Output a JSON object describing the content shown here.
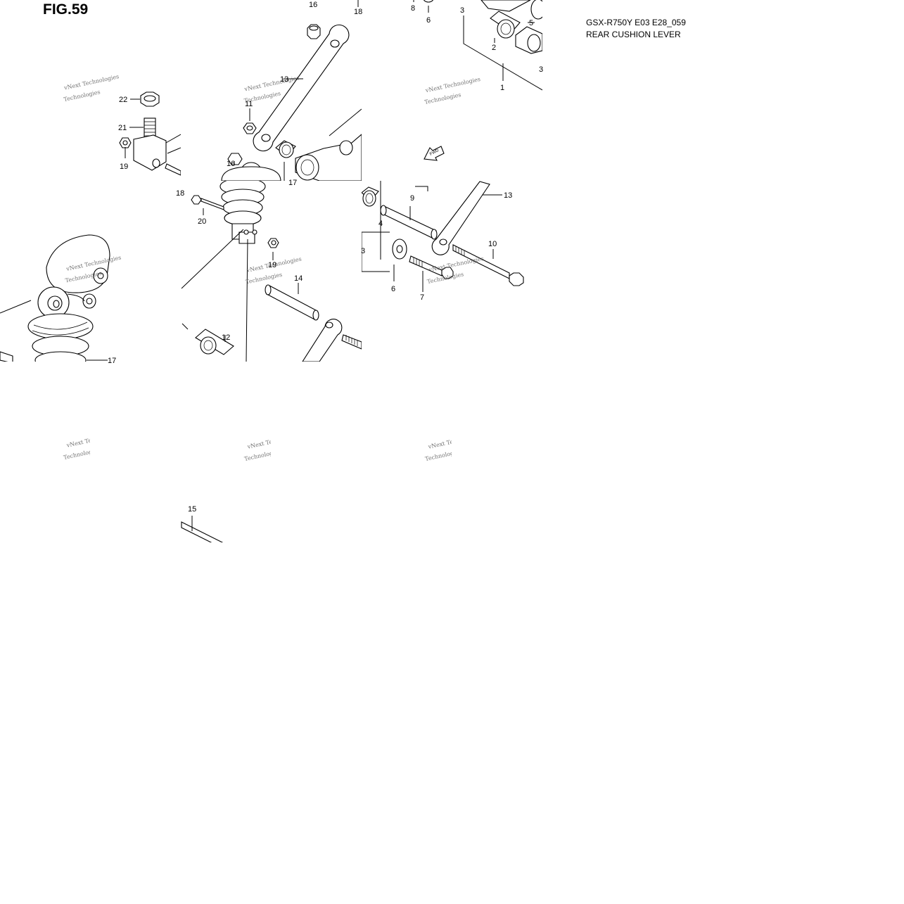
{
  "figure": {
    "title": "FIG.59",
    "model_code": "GSX-R750Y E03 E28_059",
    "name": "REAR CUSHION LEVER"
  },
  "fwd_label": "FWD",
  "watermark": {
    "line1": "vNext Technologies",
    "line2": "Technologies"
  },
  "callouts": [
    {
      "id": "c16a",
      "label": "16"
    },
    {
      "id": "c18",
      "label": "18"
    },
    {
      "id": "c8",
      "label": "8"
    },
    {
      "id": "c3a",
      "label": "3"
    },
    {
      "id": "c6a",
      "label": "6"
    },
    {
      "id": "c5",
      "label": "5"
    },
    {
      "id": "c2",
      "label": "2"
    },
    {
      "id": "c1",
      "label": "1"
    },
    {
      "id": "c3b",
      "label": "3"
    },
    {
      "id": "c13a",
      "label": "13"
    },
    {
      "id": "c22",
      "label": "22"
    },
    {
      "id": "c11",
      "label": "11"
    },
    {
      "id": "c21",
      "label": "21"
    },
    {
      "id": "c19a",
      "label": "19"
    },
    {
      "id": "c16b",
      "label": "16"
    },
    {
      "id": "c17a",
      "label": "17"
    },
    {
      "id": "c18b",
      "label": "18"
    },
    {
      "id": "c20",
      "label": "20"
    },
    {
      "id": "c19b",
      "label": "19"
    },
    {
      "id": "c13b",
      "label": "13"
    },
    {
      "id": "c9",
      "label": "9"
    },
    {
      "id": "c4",
      "label": "4"
    },
    {
      "id": "c3c",
      "label": "3"
    },
    {
      "id": "c10",
      "label": "10"
    },
    {
      "id": "c6b",
      "label": "6"
    },
    {
      "id": "c7",
      "label": "7"
    },
    {
      "id": "c14",
      "label": "14"
    },
    {
      "id": "c12",
      "label": "12"
    },
    {
      "id": "c17b",
      "label": "17"
    },
    {
      "id": "c15",
      "label": "15"
    }
  ]
}
